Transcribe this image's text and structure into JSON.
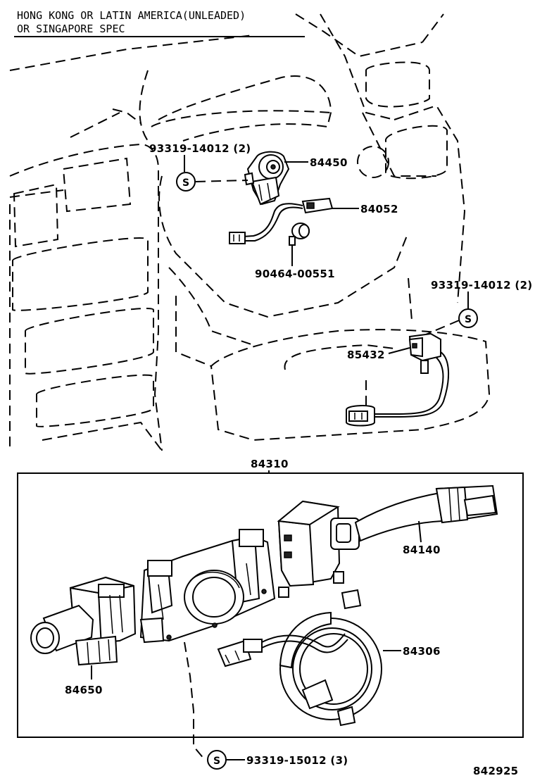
{
  "header": {
    "line1": "HONG KONG OR LATIN AMERICA(UNLEADED)",
    "line2": "OR SINGAPORE SPEC"
  },
  "callouts": {
    "screw_top": "93319-14012 (2)",
    "part_84450": "84450",
    "part_84052": "84052",
    "part_90464": "90464-00551",
    "screw_right": "93319-14012 (2)",
    "part_85432": "85432",
    "assembly_84310": "84310",
    "part_84140": "84140",
    "part_84306": "84306",
    "part_84650": "84650",
    "screw_bottom": "93319-15012 (3)"
  },
  "symbols": {
    "screw_symbol": "S"
  },
  "diagram_number": "842925"
}
